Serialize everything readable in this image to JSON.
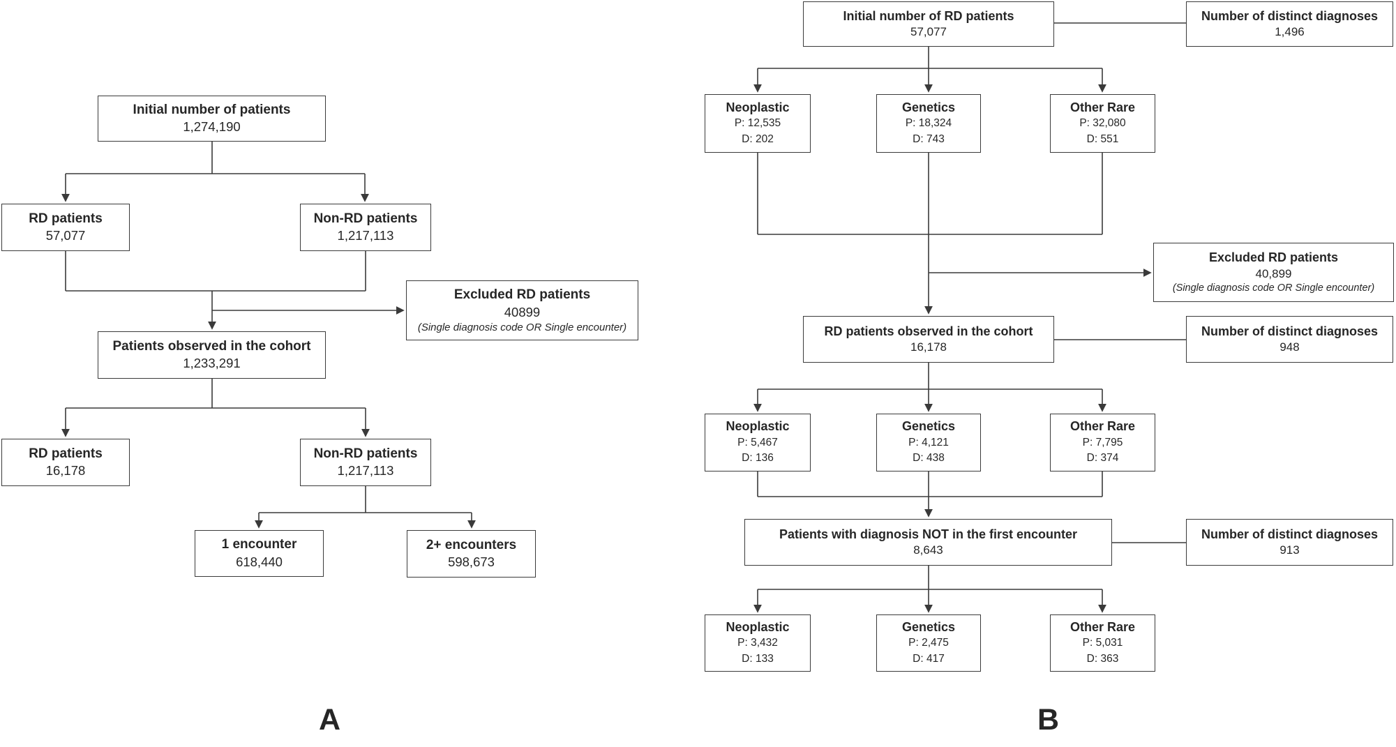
{
  "colors": {
    "line": "#3a3a3a",
    "text": "#262626",
    "background": "#ffffff"
  },
  "panelA": {
    "label": "A",
    "boxes": {
      "initial": {
        "title": "Initial number of patients",
        "value": "1,274,190"
      },
      "rd1": {
        "title": "RD patients",
        "value": "57,077"
      },
      "nonrd1": {
        "title": "Non-RD patients",
        "value": "1,217,113"
      },
      "excluded": {
        "title": "Excluded RD patients",
        "value": "40899",
        "note": "(Single diagnosis code OR Single encounter)"
      },
      "observed": {
        "title": "Patients observed in the cohort",
        "value": "1,233,291"
      },
      "rd2": {
        "title": "RD patients",
        "value": "16,178"
      },
      "nonrd2": {
        "title": "Non-RD patients",
        "value": "1,217,113"
      },
      "enc1": {
        "title": "1 encounter",
        "value": "618,440"
      },
      "enc2": {
        "title": "2+ encounters",
        "value": "598,673"
      }
    }
  },
  "panelB": {
    "label": "B",
    "boxes": {
      "initial": {
        "title": "Initial number of RD patients",
        "value": "57,077"
      },
      "diag1": {
        "title": "Number of distinct diagnoses",
        "value": "1,496"
      },
      "excluded": {
        "title": "Excluded RD patients",
        "value": "40,899",
        "note": "(Single diagnosis code OR Single encounter)"
      },
      "observed": {
        "title": "RD patients observed in the cohort",
        "value": "16,178"
      },
      "diag2": {
        "title": "Number of distinct diagnoses",
        "value": "948"
      },
      "notfirst": {
        "title": "Patients with diagnosis NOT in the first encounter",
        "value": "8,643"
      },
      "diag3": {
        "title": "Number of distinct diagnoses",
        "value": "913"
      }
    },
    "rows": [
      {
        "boxes": [
          {
            "title": "Neoplastic",
            "p": "P: 12,535",
            "d": "D: 202"
          },
          {
            "title": "Genetics",
            "p": "P: 18,324",
            "d": "D: 743"
          },
          {
            "title": "Other Rare",
            "p": "P: 32,080",
            "d": "D: 551"
          }
        ]
      },
      {
        "boxes": [
          {
            "title": "Neoplastic",
            "p": "P: 5,467",
            "d": "D: 136"
          },
          {
            "title": "Genetics",
            "p": "P: 4,121",
            "d": "D: 438"
          },
          {
            "title": "Other Rare",
            "p": "P: 7,795",
            "d": "D: 374"
          }
        ]
      },
      {
        "boxes": [
          {
            "title": "Neoplastic",
            "p": "P: 3,432",
            "d": "D: 133"
          },
          {
            "title": "Genetics",
            "p": "P: 2,475",
            "d": "D: 417"
          },
          {
            "title": "Other Rare",
            "p": "P: 5,031",
            "d": "D: 363"
          }
        ]
      }
    ]
  }
}
